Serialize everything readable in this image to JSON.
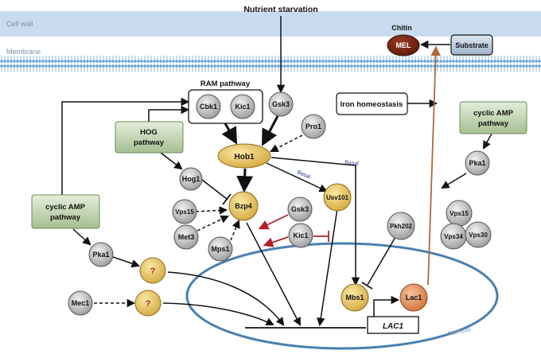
{
  "header": {
    "title": "Nutrient starvation"
  },
  "regions": {
    "cell_wall": "Cell wall",
    "membrane": "Membrane",
    "nucleus": "Nucleus",
    "chitin": "Chitin"
  },
  "boxes": {
    "ram": "RAM pathway",
    "iron": "Iron homeostasis",
    "substrate": "Substrate",
    "lac1_gene": "LAC1"
  },
  "pathways": {
    "hog": [
      "HOG",
      "pathway"
    ],
    "camp_left": [
      "cyclic AMP",
      "pathway"
    ],
    "camp_right": [
      "cyclic AMP",
      "pathway"
    ]
  },
  "nodes": {
    "cbk1": "Cbk1",
    "kic1_ram": "Kic1",
    "gsk3_top": "Gsk3",
    "pro1": "Pro1",
    "hob1": "Hob1",
    "hog1": "Hog1",
    "vps15_left": "Vps15",
    "met3": "Met3",
    "mps1": "Mps1",
    "bzp4": "Bzp4",
    "gsk3_mid": "Gsk3",
    "kic1_mid": "Kic1",
    "usv101": "Usv101",
    "pkh202": "Pkh202",
    "pka1_right": "Pka1",
    "vps15_right": "Vps15",
    "vps34": "Vps34",
    "vps30": "Vps30",
    "pka1_left": "Pka1",
    "q1": "?",
    "mec1": "Mec1",
    "q2": "?",
    "mbs1": "Mbs1",
    "lac1": "Lac1",
    "mel": "MEL"
  },
  "edge_labels": {
    "basal1": "Basal",
    "basal2": "Basal"
  },
  "colors": {
    "cell_wall": "#c9dcef",
    "membrane": "#5b9bd5",
    "nucleus": "#4a80b0",
    "green_box": "#b9cfa8",
    "gray_node": "#b8b8b8",
    "yellow_node": "#e3c15c",
    "lac1": "#d9824a",
    "mel": "#6e2412",
    "substrate": "#a9bcd4",
    "brown_arrow": "#b06a3c",
    "red_arrow": "#b3202a",
    "basal_text": "#2b3f8c"
  }
}
